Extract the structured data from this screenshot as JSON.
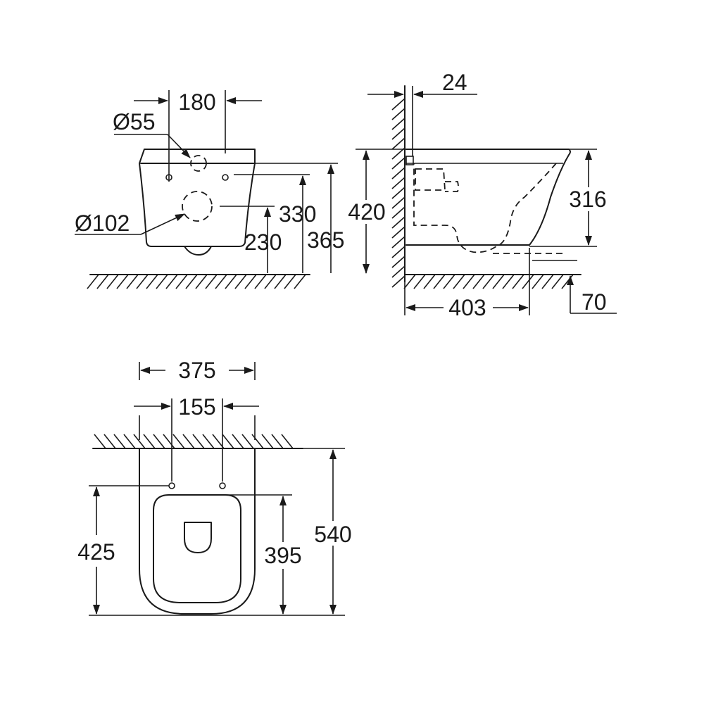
{
  "front_view": {
    "dim_hole_spacing": "180",
    "dim_hole_diameter": "Ø55",
    "dim_outlet_diameter": "Ø102",
    "dim_height_330": "330",
    "dim_height_230": "230",
    "dim_height_365": "365"
  },
  "side_view": {
    "dim_wall_gap": "24",
    "dim_rim_height": "420",
    "dim_bowl_depth": "316",
    "dim_depth_403": "403",
    "dim_tile_70": "70"
  },
  "top_view": {
    "dim_width": "375",
    "dim_hole_spacing": "155",
    "dim_425": "425",
    "dim_395": "395",
    "dim_length": "540"
  }
}
